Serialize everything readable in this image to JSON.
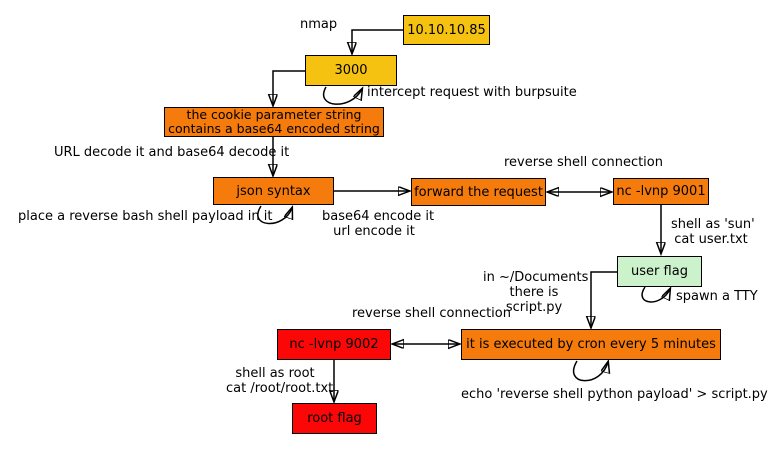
{
  "colors": {
    "yellow": "#F5C211",
    "orange": "#F57B0D",
    "red": "#FB0707",
    "green": "#CCF2CB",
    "line": "#000000"
  },
  "nodes": {
    "ip": "10.10.10.85",
    "port": "3000",
    "cookie_line1": "the cookie parameter string",
    "cookie_line2": "contains a base64 encoded string",
    "json": "json syntax",
    "forward": "forward the request",
    "nc1": "nc -lvnp 9001",
    "user": "user flag",
    "nc2": "nc -lvnp 9002",
    "cron": "it is executed by cron every 5 minutes",
    "root": "root flag"
  },
  "labels": {
    "nmap": "nmap",
    "intercept": "intercept request with burpsuite",
    "url_decode": "URL decode it and base64 decode it",
    "place_payload": "place a reverse bash shell payload in it",
    "b64_encode": "base64 encode it",
    "url_encode": "url encode it",
    "rsc_top": "reverse shell connection",
    "shell_sun_1": "shell as 'sun'",
    "shell_sun_2": "cat user.txt",
    "spawn_tty": "spawn a TTY",
    "in_docs_1": "in ~/Documents",
    "in_docs_2": "there is",
    "in_docs_3": "script.py",
    "rsc_bottom": "reverse shell connection",
    "echo_payload": "echo 'reverse shell python payload' > script.py",
    "shell_root_1": "shell as root",
    "shell_root_2": "cat /root/root.txt"
  }
}
